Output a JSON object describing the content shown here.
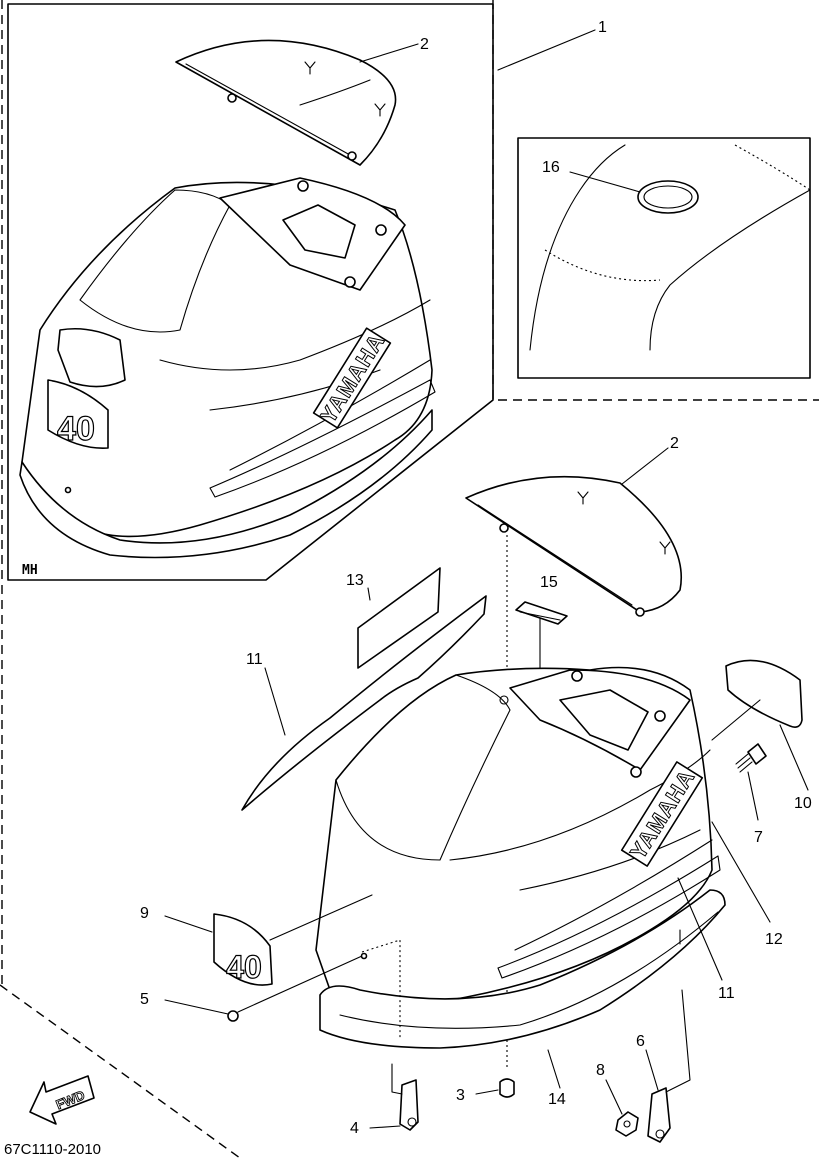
{
  "diagram": {
    "part_code": "67C1110-2010",
    "inset_label": "MH",
    "brand_text": "YAMAHA",
    "model_badge": "40",
    "direction_label": "FWD",
    "callouts": {
      "c1": "1",
      "c2_inset": "2",
      "c2_main": "2",
      "c3": "3",
      "c4": "4",
      "c5": "5",
      "c6": "6",
      "c7": "7",
      "c8": "8",
      "c9": "9",
      "c10": "10",
      "c11_left": "11",
      "c11_right": "11",
      "c12": "12",
      "c13": "13",
      "c14": "14",
      "c15": "15",
      "c16": "16"
    }
  }
}
